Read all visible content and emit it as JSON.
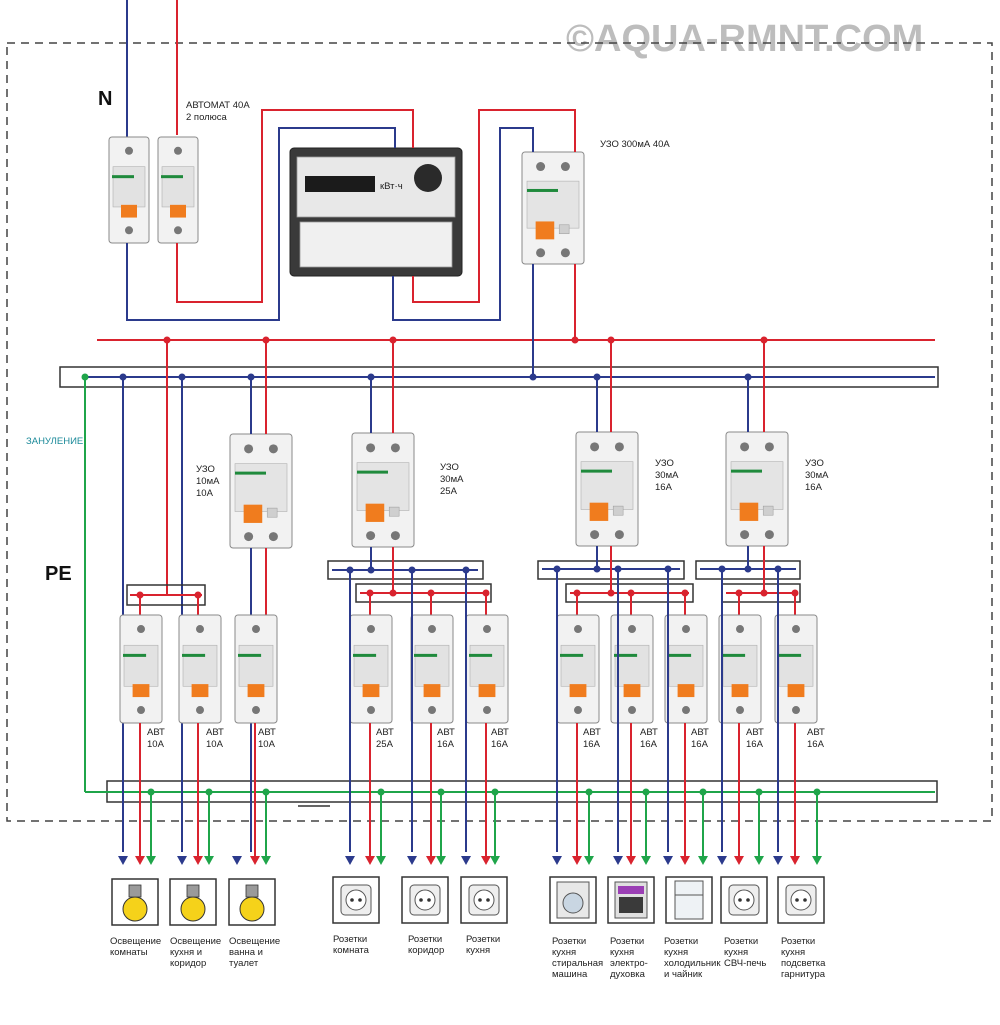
{
  "watermark": "©AQUA-RMNT.COM",
  "labels": {
    "n": "N",
    "pe": "PE",
    "main_breaker": [
      "АВТОМАТ 40А",
      "2 полюса"
    ],
    "main_rcd": "УЗО 300мА 40А",
    "zeroing": "ЗАНУЛЕНИЕ",
    "meter_unit": "кВт·ч"
  },
  "rcds": [
    {
      "lines": [
        "УЗО",
        "10мА",
        "10А"
      ]
    },
    {
      "lines": [
        "УЗО",
        "30мА",
        "25А"
      ]
    },
    {
      "lines": [
        "УЗО",
        "30мА",
        "16А"
      ]
    },
    {
      "lines": [
        "УЗО",
        "30мА",
        "16А"
      ]
    }
  ],
  "breakers": [
    {
      "lines": [
        "АВТ",
        "10А"
      ]
    },
    {
      "lines": [
        "АВТ",
        "10А"
      ]
    },
    {
      "lines": [
        "АВТ",
        "10А"
      ]
    },
    {
      "lines": [
        "АВТ",
        "25А"
      ]
    },
    {
      "lines": [
        "АВТ",
        "16А"
      ]
    },
    {
      "lines": [
        "АВТ",
        "16А"
      ]
    },
    {
      "lines": [
        "АВТ",
        "16А"
      ]
    },
    {
      "lines": [
        "АВТ",
        "16А"
      ]
    },
    {
      "lines": [
        "АВТ",
        "16А"
      ]
    },
    {
      "lines": [
        "АВТ",
        "16А"
      ]
    },
    {
      "lines": [
        "АВТ",
        "16А"
      ]
    }
  ],
  "loads": [
    {
      "type": "bulb",
      "lines": [
        "Освещение",
        "комнаты"
      ]
    },
    {
      "type": "bulb",
      "lines": [
        "Освещение",
        "кухня и",
        "коридор"
      ]
    },
    {
      "type": "bulb",
      "lines": [
        "Освещение",
        "ванна и",
        "туалет"
      ]
    },
    {
      "type": "socket",
      "lines": [
        "Розетки",
        "комната"
      ]
    },
    {
      "type": "socket",
      "lines": [
        "Розетки",
        "коридор"
      ]
    },
    {
      "type": "socket",
      "lines": [
        "Розетки",
        "кухня"
      ]
    },
    {
      "type": "washer",
      "lines": [
        "Розетки",
        "кухня",
        "стиральная",
        "машина"
      ]
    },
    {
      "type": "oven",
      "lines": [
        "Розетки",
        "кухня",
        "электро-",
        "духовка"
      ]
    },
    {
      "type": "fridge",
      "lines": [
        "Розетки",
        "кухня",
        "холодильник",
        "и чайник"
      ]
    },
    {
      "type": "socket",
      "lines": [
        "Розетки",
        "кухня",
        "СВЧ-печь"
      ]
    },
    {
      "type": "socket",
      "lines": [
        "Розетки",
        "кухня",
        "подсветка",
        "гарнитура"
      ]
    }
  ],
  "colors": {
    "phase": "#d9232e",
    "neutral": "#2b3a8c",
    "earth": "#1fa54a",
    "device": "#f2f2f2",
    "handle": "#f07c1e"
  }
}
